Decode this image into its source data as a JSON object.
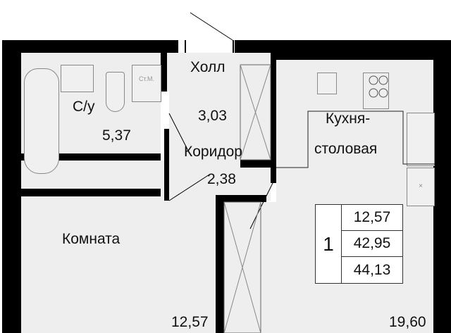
{
  "rooms": {
    "bathroom": {
      "name": "С/у",
      "area": "5,37",
      "washer_label": "Ст.М."
    },
    "hall": {
      "name": "Холл",
      "area": "3,03"
    },
    "corridor": {
      "name": "Коридор",
      "area": "2,38"
    },
    "kitchen": {
      "name_line1": "Кухня-",
      "name_line2": "столовая",
      "area": "19,60"
    },
    "room": {
      "name": "Комната",
      "area": "12,57"
    }
  },
  "summary": {
    "rooms_count": "1",
    "living_area": "12,57",
    "area_without_balcony": "42,95",
    "total_area": "44,13"
  }
}
